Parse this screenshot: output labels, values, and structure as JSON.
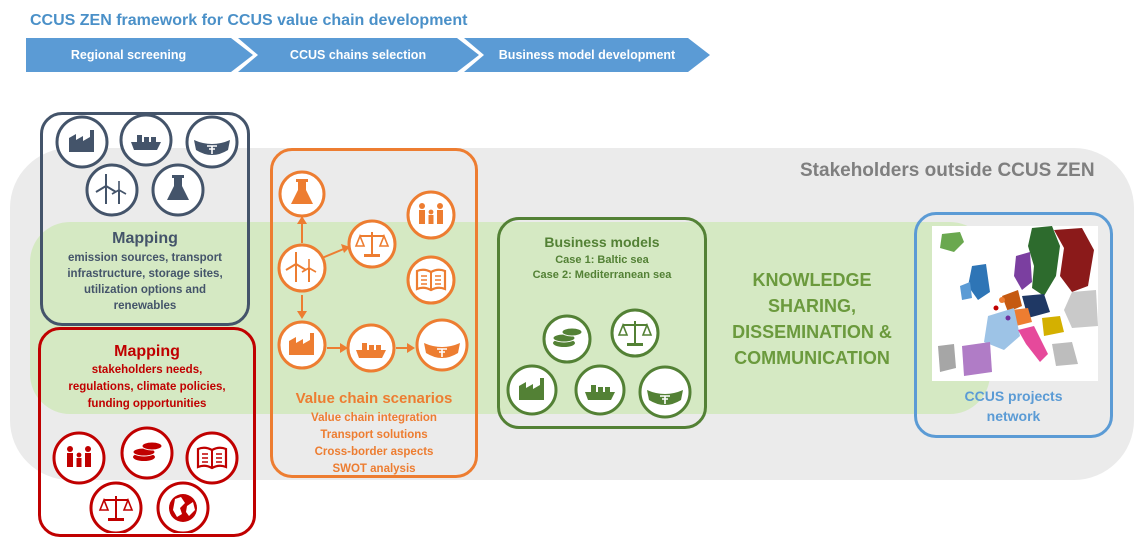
{
  "title": "CCUS ZEN framework for CCUS value chain development",
  "steps": [
    "Regional screening",
    "CCUS chains selection",
    "Business model development"
  ],
  "stakeholders_outside": "Stakeholders outside CCUS ZEN",
  "mapping_infra": {
    "title": "Mapping",
    "lines": [
      "emission sources, transport",
      "infrastructure, storage sites,",
      "utilization options and",
      "renewables"
    ]
  },
  "mapping_stakeholders": {
    "title": "Mapping",
    "lines": [
      "stakeholders needs,",
      "regulations, climate policies,",
      "funding opportunities"
    ]
  },
  "value_chain": {
    "title": "Value chain scenarios",
    "lines": [
      "Value chain integration",
      "Transport solutions",
      "Cross-border aspects",
      "SWOT analysis"
    ]
  },
  "business_models": {
    "title": "Business models",
    "lines": [
      "Case 1: Baltic sea",
      "Case 2: Mediterranean sea"
    ]
  },
  "knowledge_sharing": [
    "KNOWLEDGE",
    "SHARING,",
    "DISSEMINATION &",
    "COMMUNICATION"
  ],
  "network": [
    "CCUS projects",
    "network"
  ],
  "colors": {
    "title_blue": "#4a90c8",
    "chevron_blue": "#5b9bd5",
    "navy": "#44546a",
    "red": "#c00000",
    "orange": "#ed7d31",
    "green": "#538135",
    "light_green_band": "#d5e9c3",
    "gray_band": "#ebebeb"
  }
}
